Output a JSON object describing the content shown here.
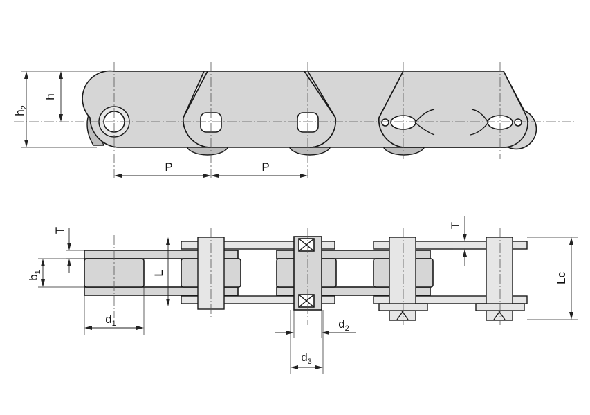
{
  "labels": {
    "h2_main": "h",
    "h2_sub": "2",
    "h": "h",
    "p1": "P",
    "p2": "P",
    "t_left": "T",
    "t_right": "T",
    "b1_main": "b",
    "b1_sub": "1",
    "l": "L",
    "d1_main": "d",
    "d1_sub": "1",
    "d2_main": "d",
    "d2_sub": "2",
    "d3_main": "d",
    "d3_sub": "3",
    "lc": "Lc"
  },
  "colors": {
    "link_fill": "#d6d6d6",
    "outline": "#1a1a1a",
    "background": "#ffffff"
  }
}
